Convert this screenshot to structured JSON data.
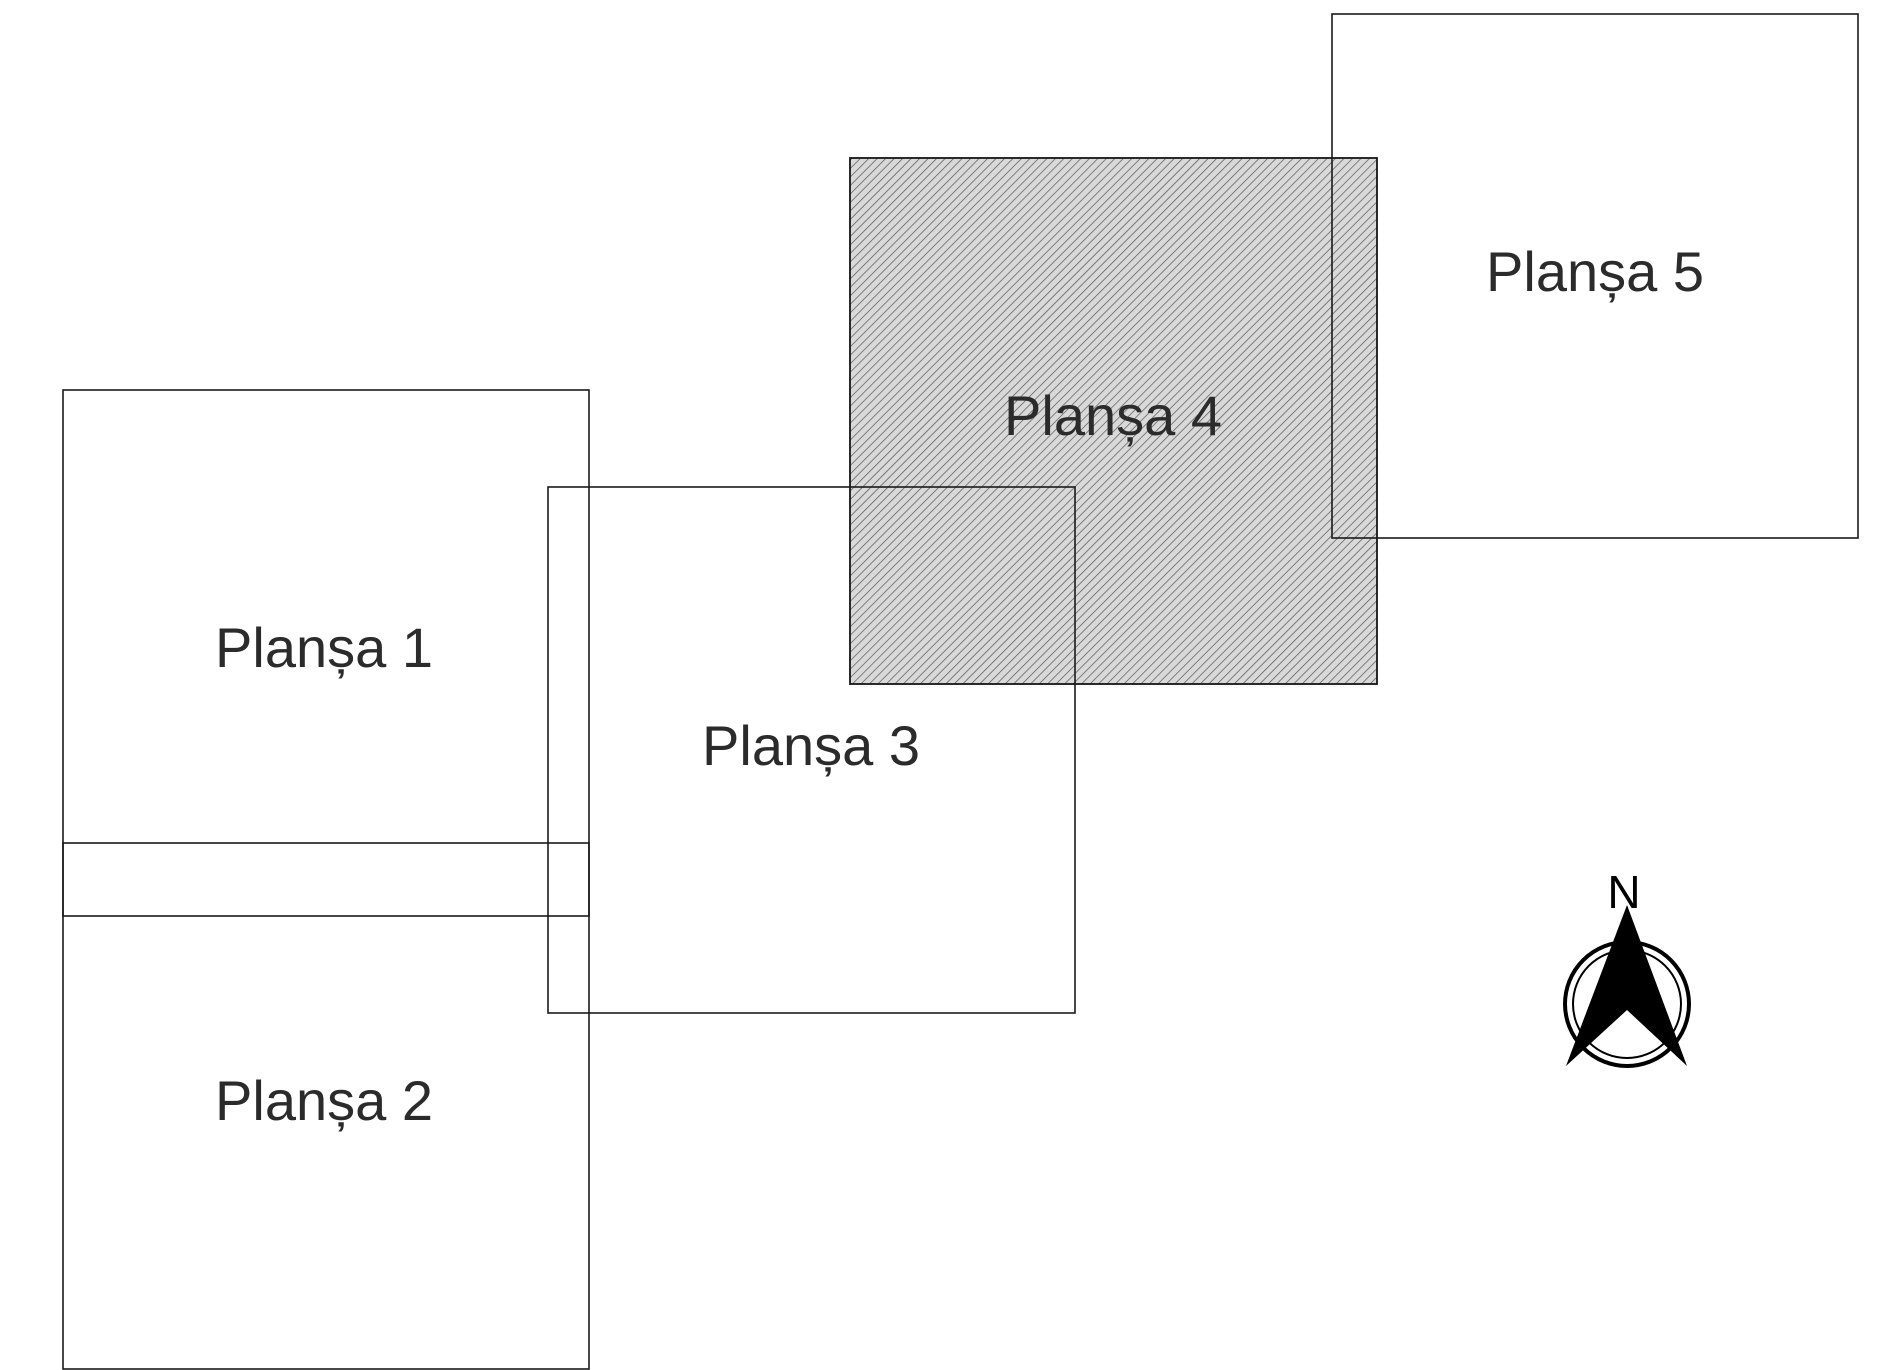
{
  "diagram": {
    "sheets": [
      {
        "id": "plansa-1",
        "label": "Planșa 1",
        "highlighted": false
      },
      {
        "id": "plansa-2",
        "label": "Planșa 2",
        "highlighted": false
      },
      {
        "id": "plansa-3",
        "label": "Planșa 3",
        "highlighted": false
      },
      {
        "id": "plansa-4",
        "label": "Planșa 4",
        "highlighted": true
      },
      {
        "id": "plansa-5",
        "label": "Planșa 5",
        "highlighted": false
      }
    ],
    "north_arrow": {
      "letter": "N",
      "icon": "north-arrow-icon"
    },
    "colors": {
      "stroke": "#1a1a1a",
      "label": "#2b2b2b",
      "hatch_background": "#d9d9d9",
      "hatch_line": "#555555"
    }
  }
}
